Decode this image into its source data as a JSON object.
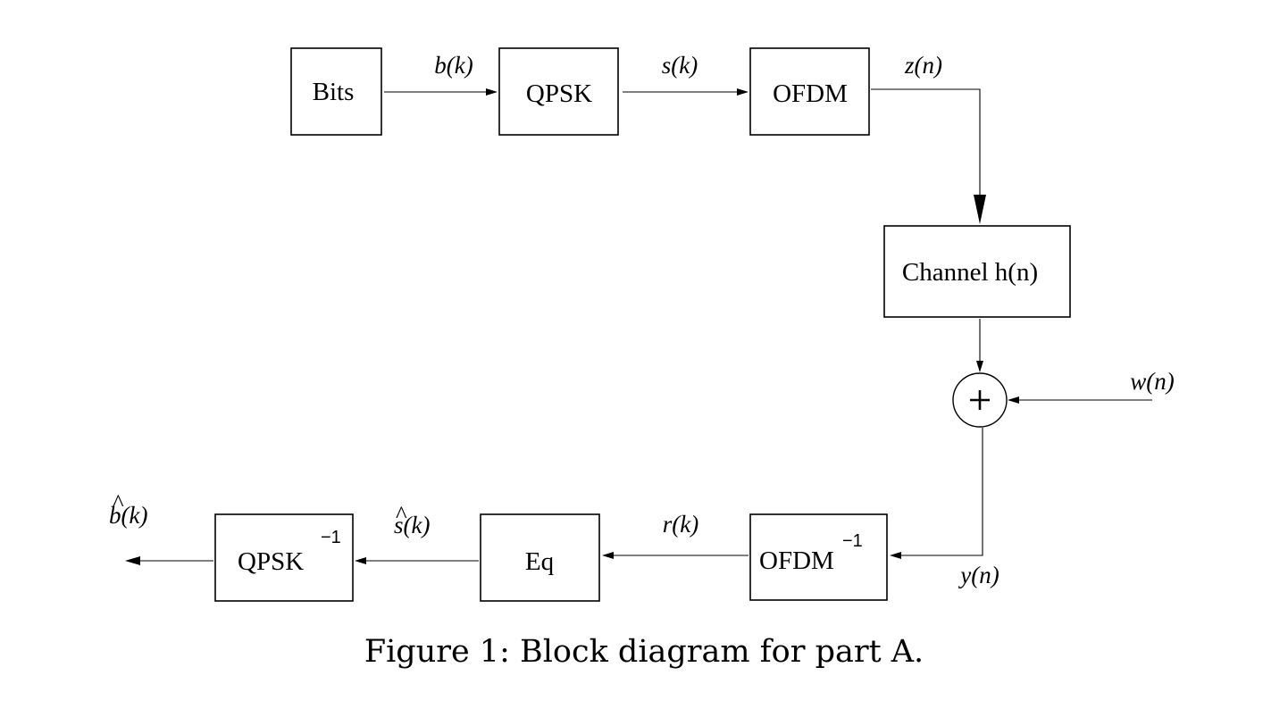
{
  "blocks": {
    "bits": "Bits",
    "qpsk": "QPSK",
    "ofdm": "OFDM",
    "channel": "Channel h(n)",
    "ofdm_inv": "OFDM",
    "ofdm_inv_sup": "−1",
    "eq": "Eq",
    "qpsk_inv": "QPSK",
    "qpsk_inv_sup": "−1"
  },
  "adder_symbol": "+",
  "signals": {
    "b": "b(k)",
    "s": "s(k)",
    "z": "z(n)",
    "w": "w(n)",
    "y": "y(n)",
    "r": "r(k)",
    "s_hat": "s(k)",
    "b_hat": "b(k)",
    "hat_mark": "^"
  },
  "caption": "Figure 1: Block diagram for part A."
}
